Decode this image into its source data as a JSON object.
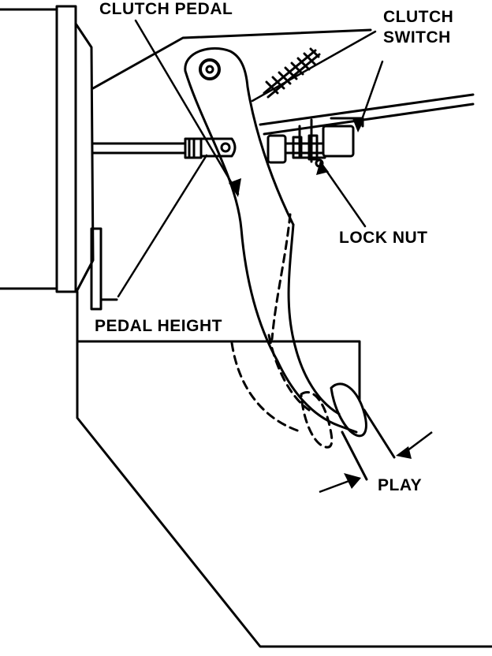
{
  "labels": {
    "clutch_pedal": "CLUTCH PEDAL",
    "clutch_switch_line1": "CLUTCH",
    "clutch_switch_line2": "SWITCH",
    "lock_nut": "LOCK NUT",
    "pedal_height": "PEDAL HEIGHT",
    "play": "PLAY"
  }
}
